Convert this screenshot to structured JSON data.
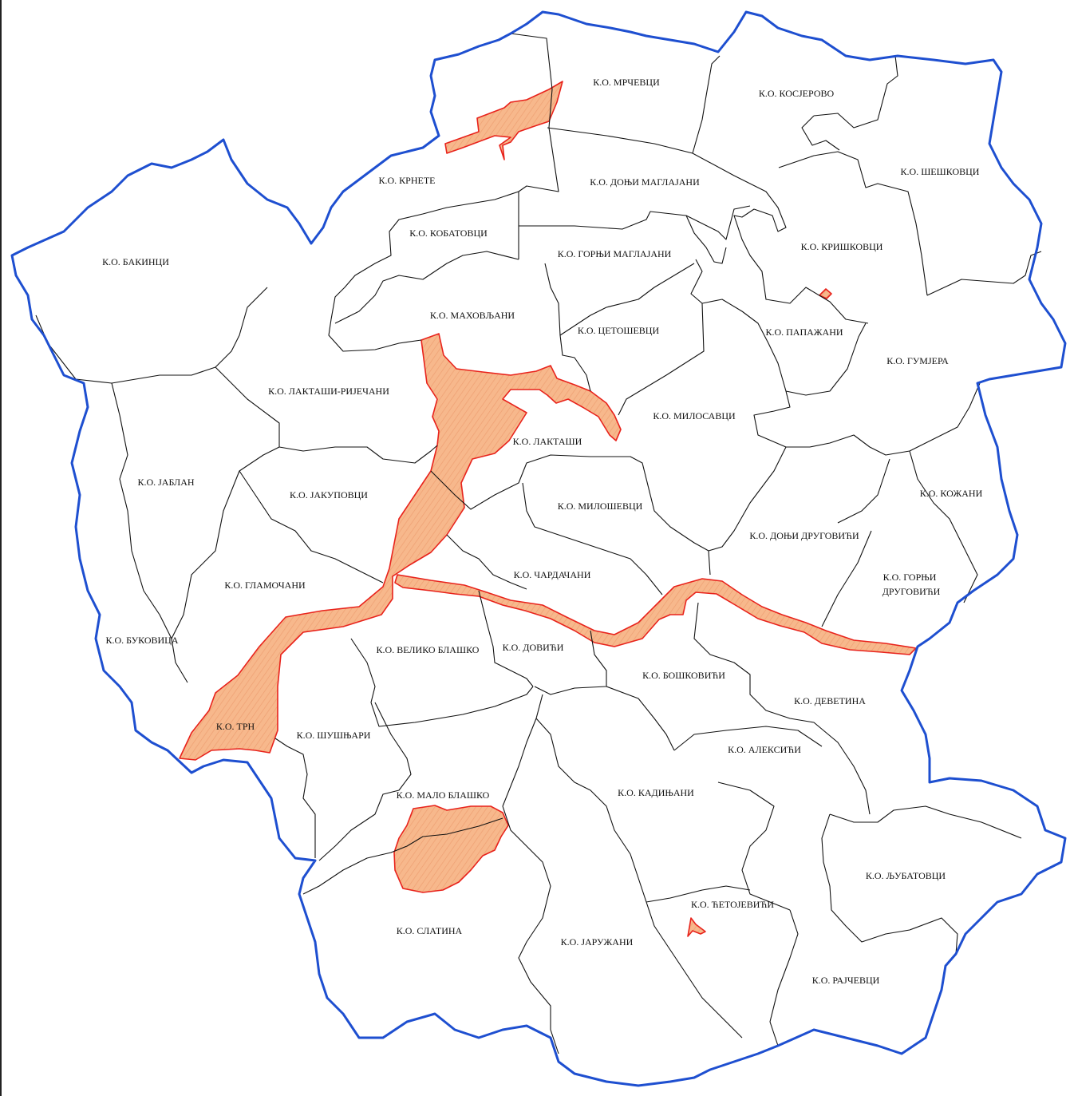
{
  "map": {
    "colors": {
      "municipality_boundary": "#1e4fd0",
      "cadastral_boundary": "#111111",
      "zone_fill": "#f7b88c",
      "zone_outline": "#e8231c"
    },
    "labels": {
      "mrcevci": "К.О. МРЧЕВЦИ",
      "kosjerovo": "К.О. КОСЈЕРОВО",
      "krnete": "К.О. КРНЕТЕ",
      "donji_maglajani": "К.О. ДОЊИ МАГЛАЈАНИ",
      "seskovci": "К.О. ШЕШКОВЦИ",
      "kobatovci": "К.О. КОБАТОВЦИ",
      "gornji_maglajani": "К.О. ГОРЊИ МАГЛАЈАНИ",
      "kriskovci": "К.О. КРИШКОВЦИ",
      "bakinci": "К.О. БАКИНЦИ",
      "mahovljani": "К.О. МАХОВЉАНИ",
      "cetosevci": "К.О. ЦЕТОШЕВЦИ",
      "papazani": "К.О. ПАПАЖАНИ",
      "gumjera": "К.О. ГУМЈЕРА",
      "laktasi_rijecani": "К.О. ЛАКТАШИ-РИЈЕЧАНИ",
      "milosavci": "К.О. МИЛОСАВЦИ",
      "laktasi": "К.О. ЛАКТАШИ",
      "jablan": "К.О. ЈАБЛАН",
      "jakupovci": "К.О. ЈАКУПОВЦИ",
      "kozani": "К.О. КОЖАНИ",
      "milosevci": "К.О. МИЛОШЕВЦИ",
      "donji_drugovici": "К.О. ДОЊИ ДРУГОВИЋИ",
      "gornji_drugovici_1": "К.О. ГОРЊИ",
      "gornji_drugovici_2": "ДРУГОВИЋИ",
      "glamocani": "К.О. ГЛАМОЧАНИ",
      "cardacani": "К.О. ЧАРДАЧАНИ",
      "bukovica": "К.О. БУКОВИЦА",
      "veliko_blasko": "К.О. ВЕЛИКО БЛАШКО",
      "dovici": "К.О. ДОВИЋИ",
      "boskovici": "К.О. БОШКОВИЋИ",
      "devetina": "К.О. ДЕВЕТИНА",
      "trn": "К.О. ТРН",
      "susnjari": "К.О. ШУШЊАРИ",
      "aleksici": "К.О. АЛЕКСИЋИ",
      "malo_blasko": "К.О. МАЛО БЛАШКО",
      "kadinjani": "К.О. КАДИЊАНИ",
      "ljubatovci": "К.О. ЉУБАТОВЦИ",
      "cetojevici": "К.О. ЋЕТОЈЕВИЋИ",
      "slatina": "К.О. СЛАТИНА",
      "jaruzani": "К.О. ЈАРУЖАНИ",
      "rajcevci": "К.О. РАЈЧЕВЦИ"
    }
  }
}
